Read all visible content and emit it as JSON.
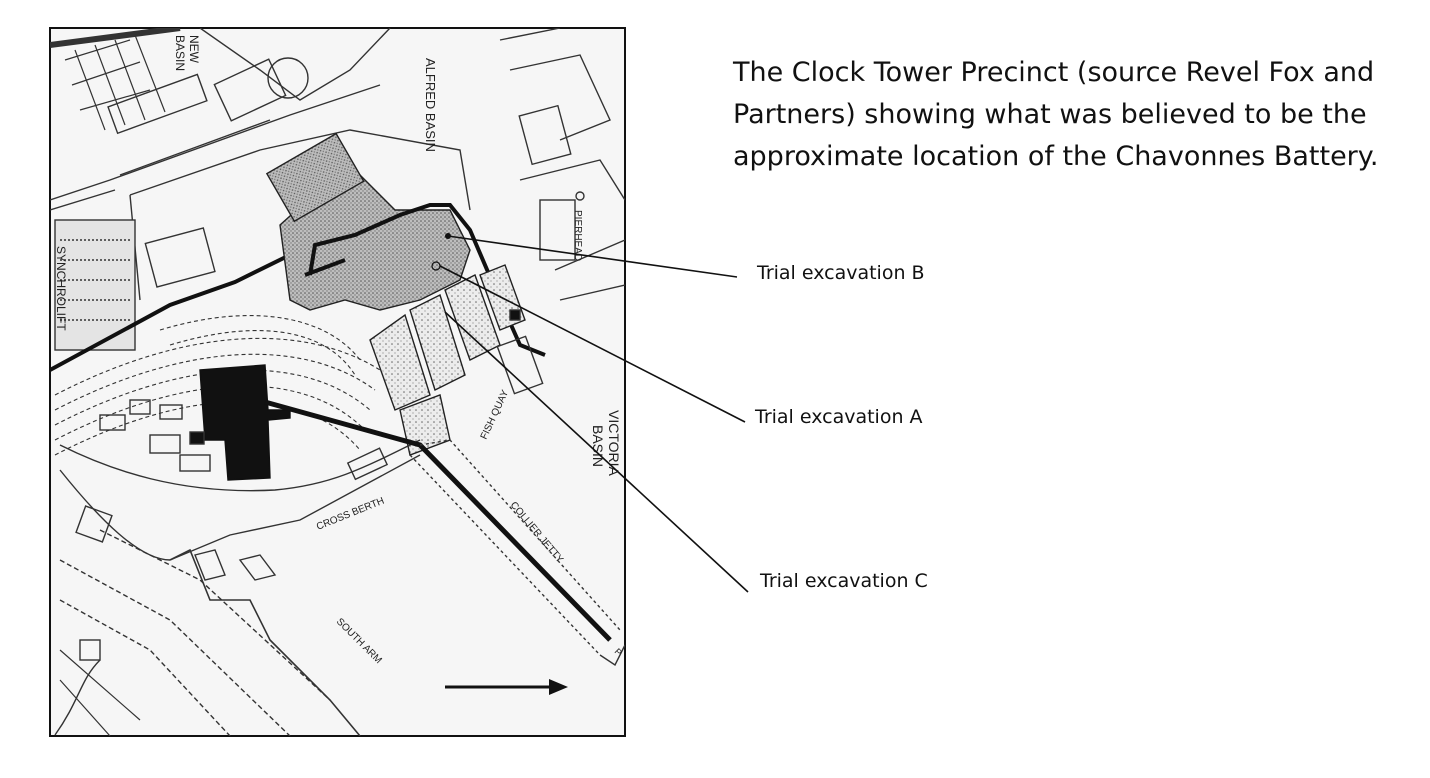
{
  "caption": "The Clock Tower Precinct (source Revel Fox and Partners) showing what was believed to be the approximate location of the Chavonnes Battery.",
  "callouts": {
    "b": "Trial excavation B",
    "a": "Trial excavation A",
    "c": "Trial excavation C"
  },
  "map_labels": {
    "new_basin": [
      "NEW",
      "BASIN"
    ],
    "alfred_basin": "ALFRED BASIN",
    "pierhead": "PIERHEAD",
    "synchrolift": "SYNCHROLIFT",
    "victoria_basin": [
      "VICTORIA",
      "BASIN"
    ],
    "fish_quay": "FISH QUAY",
    "cross_berth": "CROSS BERTH",
    "collier_jetty": "COLLIER JETTY",
    "south_arm": "SOUTH ARM",
    "jetty_end": "P"
  },
  "icons": {
    "north_arrow": "arrow-right-icon"
  }
}
